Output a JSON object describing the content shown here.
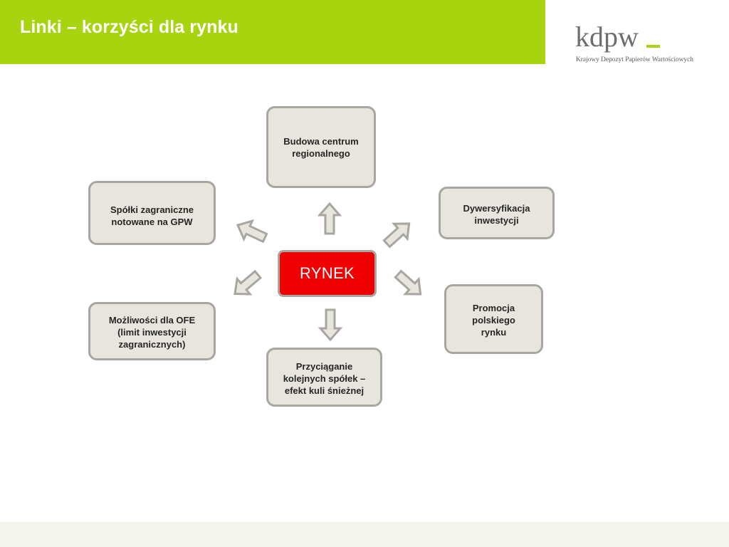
{
  "header": {
    "title": "Linki – korzyści dla rynku"
  },
  "logo": {
    "word": "kdpw",
    "tagline": "Krajowy Depozyt Papierów Wartościowych",
    "accent_color": "#a8d30f"
  },
  "diagram": {
    "center": {
      "label": "RYNEK",
      "color": "#f00000"
    },
    "nodes": {
      "top": {
        "lines": [
          "Budowa centrum",
          "regionalnego"
        ]
      },
      "left_upper": {
        "lines": [
          "Spółki zagraniczne",
          "notowane na GPW"
        ]
      },
      "right_upper": {
        "lines": [
          "Dywersyfikacja",
          "inwestycji"
        ]
      },
      "left_lower": {
        "lines": [
          "Możliwości dla OFE",
          "(limit inwestycji",
          "zagranicznych)"
        ]
      },
      "right_lower": {
        "lines": [
          "Promocja",
          "polskiego",
          "rynku"
        ]
      },
      "bottom": {
        "lines": [
          "Przyciąganie",
          "kolejnych spółek –",
          "efekt kuli śnieżnej"
        ]
      }
    },
    "node_fill": "#e7e5de",
    "node_border": "#a7a6a1"
  }
}
